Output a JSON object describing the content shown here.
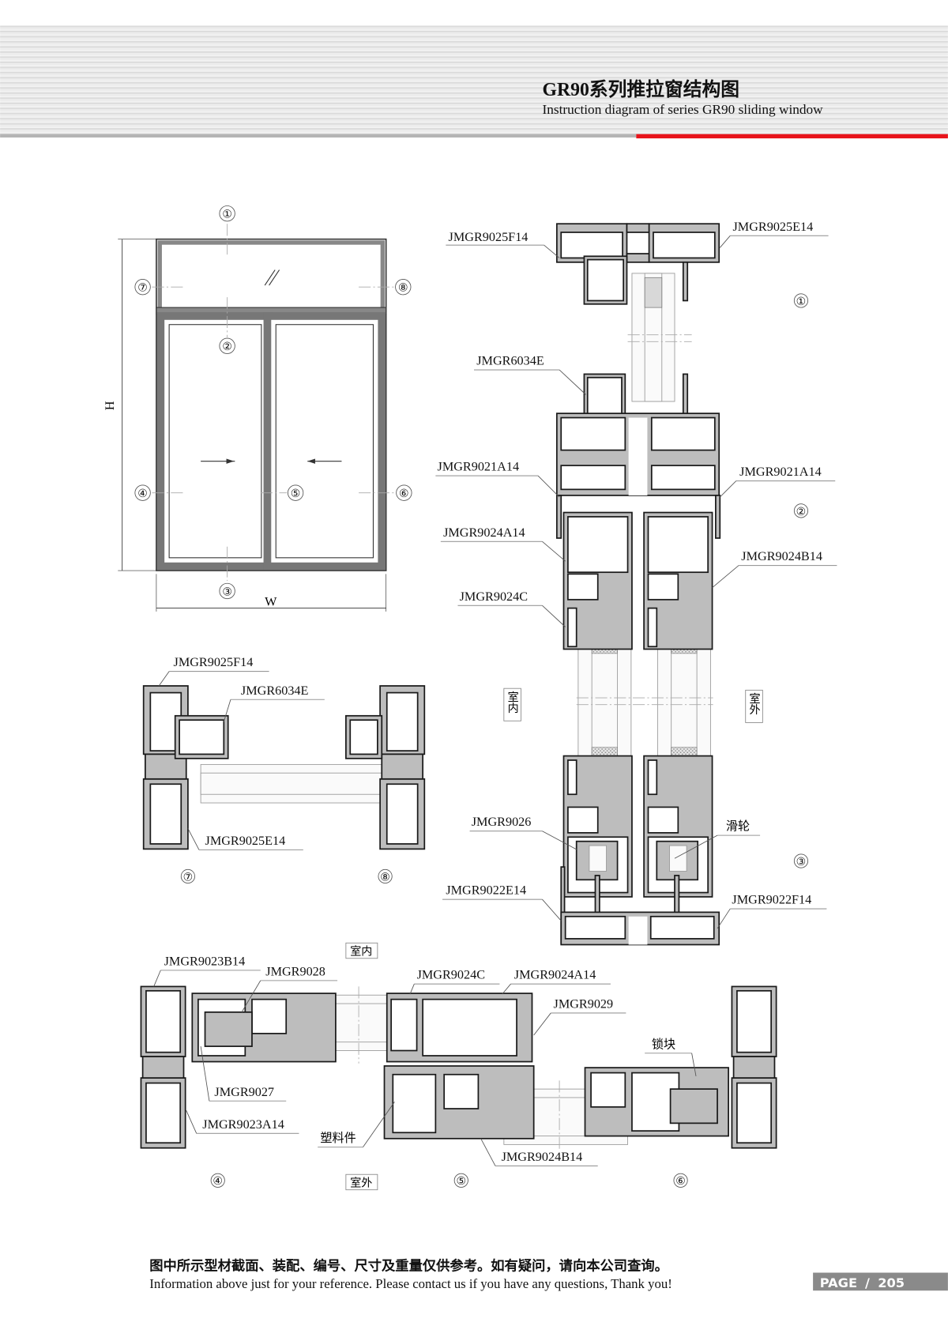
{
  "header": {
    "title_cn": "GR90系列推拉窗结构图",
    "title_en": "Instruction diagram of series GR90 sliding window",
    "accent_color": "#e8141b"
  },
  "elevation": {
    "markers": [
      "①",
      "②",
      "③",
      "④",
      "⑤",
      "⑥",
      "⑦",
      "⑧"
    ],
    "height_label": "H",
    "width_label": "W"
  },
  "vertical_section": {
    "labels": {
      "top_left": "JMGR9025F14",
      "top_right": "JMGR9025E14",
      "glazing_bead": "JMGR6034E",
      "mullion_left": "JMGR9021A14",
      "mullion_right": "JMGR9021A14",
      "sash_top_left": "JMGR9024A14",
      "sash_top_right": "JMGR9024B14",
      "sash_bead": "JMGR9024C",
      "roller_profile": "JMGR9026",
      "roller": "滑轮",
      "bottom_left": "JMGR9022E14",
      "bottom_right": "JMGR9022F14"
    },
    "markers": [
      "①",
      "②",
      "③"
    ],
    "indoor": "室内",
    "outdoor": "室外"
  },
  "section_7_8": {
    "labels": {
      "frame_top": "JMGR9025F14",
      "bead": "JMGR6034E",
      "frame_bottom": "JMGR9025E14"
    },
    "markers": [
      "⑦",
      "⑧"
    ]
  },
  "horizontal_section": {
    "labels": {
      "frame_b": "JMGR9023B14",
      "lock_part": "JMGR9028",
      "sash_bead": "JMGR9024C",
      "sash_a": "JMGR9024A14",
      "interlock": "JMGR9029",
      "lock_block": "锁块",
      "lock_keeper": "JMGR9027",
      "frame_a": "JMGR9023A14",
      "plastic_part": "塑料件",
      "sash_b": "JMGR9024B14"
    },
    "indoor": "室内",
    "outdoor": "室外",
    "markers": [
      "④",
      "⑤",
      "⑥"
    ]
  },
  "footer": {
    "note_cn": "图中所示型材截面、装配、编号、尺寸及重量仅供参考。如有疑问，请向本公司查询。",
    "note_en": "Information above just for your reference. Please contact us if you have any questions, Thank you!",
    "page_label": "PAGE",
    "page_sep": "/",
    "page_number": "205"
  }
}
